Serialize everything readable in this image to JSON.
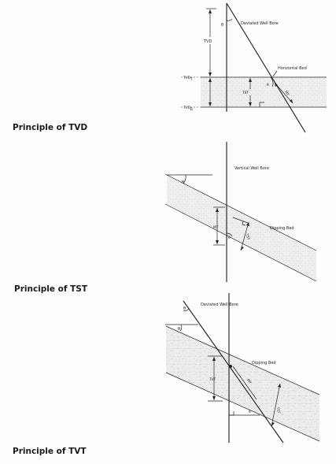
{
  "headings": {
    "tvd": "Principle of TVD",
    "tst": "Principle of TST",
    "tvt": "Principle of TVT"
  },
  "diagram_tvd": {
    "theta": "θ",
    "well_label": "Deviated Well Bore",
    "bed_label": "Horizontal Bed",
    "tvd_label": "TVD",
    "tvd_top": "TVD",
    "tvd_top_sub": "T",
    "tvd_base": "TVD",
    "tvd_base_sub": "B",
    "tst_label": "TST",
    "mt_label": "MT"
  },
  "diagram_tst": {
    "theta": "θ",
    "well_label": "Vertical Well Bore",
    "bed_label": "Dipping Bed",
    "mt_label": "MT",
    "tst_label": "TST",
    "theta_inner": "θ"
  },
  "diagram_tvt": {
    "theta_well": "θ",
    "theta_dip": "θ",
    "well_label": "Deviated Well Bore",
    "bed_label": "Dipping Bed",
    "tvt_label": "TVT",
    "mt_label": "MT",
    "tst_label": "TST",
    "theta_bottom": "θ"
  }
}
